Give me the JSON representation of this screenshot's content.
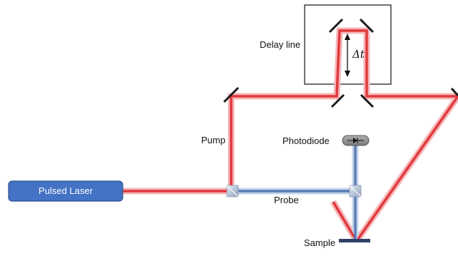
{
  "labels": {
    "laser": "Pulsed Laser",
    "delay_line": "Delay line",
    "delta_t": "Δt",
    "pump": "Pump",
    "photodiode": "Photodiode",
    "probe": "Probe",
    "sample": "Sample"
  },
  "colors": {
    "pump_beam": "#e03a3e",
    "pump_glow": "#f6b6b8",
    "probe_beam": "#5b7cb6",
    "probe_glow": "#c4d3ea",
    "laser_box": "#4472c4",
    "mirror": "#1a1a1a",
    "sample": "#2f3f66",
    "photodiode": "#8c8c8c"
  },
  "icons": [
    "mirror-icon",
    "beam-splitter-icon",
    "photodiode-icon",
    "double-arrow-icon"
  ]
}
